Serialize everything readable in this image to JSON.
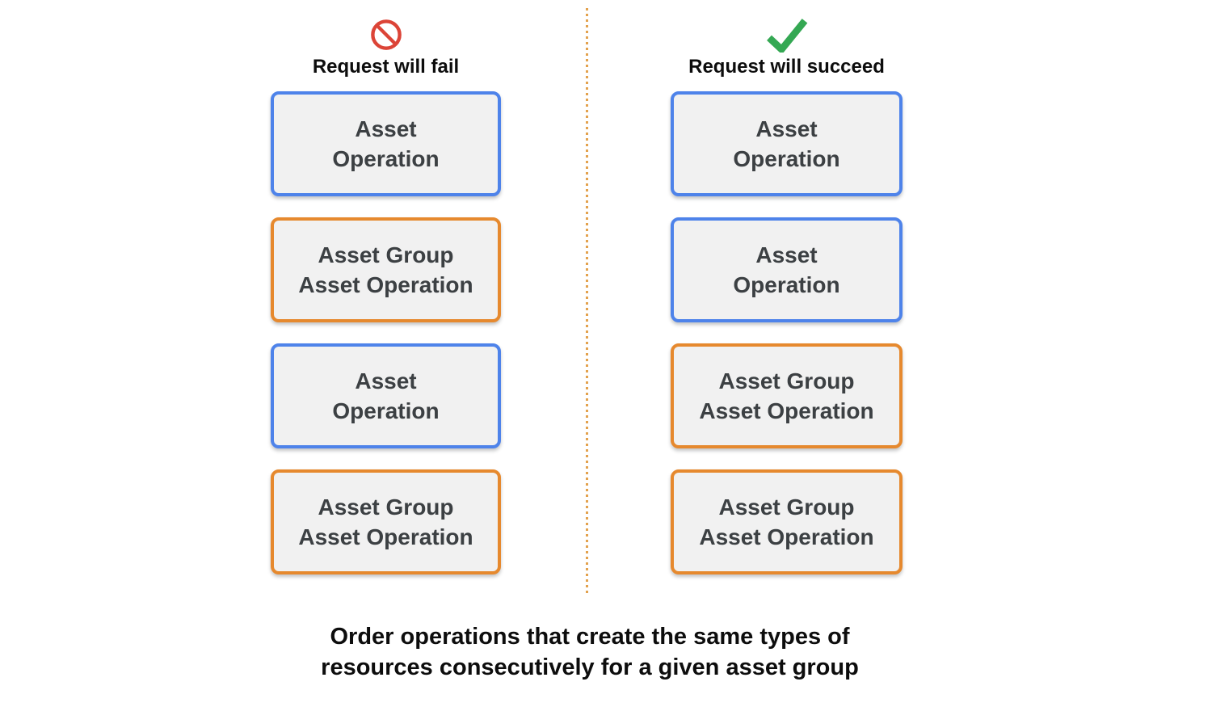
{
  "diagram": {
    "fail": {
      "header": "Request will fail",
      "icon": "prohibited",
      "boxes": [
        {
          "line1": "Asset",
          "line2": "Operation",
          "variant": "blue"
        },
        {
          "line1": "Asset Group",
          "line2": "Asset Operation",
          "variant": "orange"
        },
        {
          "line1": "Asset",
          "line2": "Operation",
          "variant": "blue"
        },
        {
          "line1": "Asset Group",
          "line2": "Asset Operation",
          "variant": "orange"
        }
      ]
    },
    "succeed": {
      "header": "Request will succeed",
      "icon": "check",
      "boxes": [
        {
          "line1": "Asset",
          "line2": "Operation",
          "variant": "blue"
        },
        {
          "line1": "Asset",
          "line2": "Operation",
          "variant": "blue"
        },
        {
          "line1": "Asset Group",
          "line2": "Asset Operation",
          "variant": "orange"
        },
        {
          "line1": "Asset Group",
          "line2": "Asset Operation",
          "variant": "orange"
        }
      ]
    },
    "caption_line1": "Order operations that create the same types of",
    "caption_line2": "resources consecutively for a given asset group"
  },
  "colors": {
    "blue_border": "#4e83ea",
    "orange_border": "#e6892e",
    "box_background": "#f1f1f1",
    "box_text": "#3c4043",
    "heading_text": "#0d0d0d",
    "fail_icon_red": "#dc4437",
    "success_icon_green": "#34a853",
    "divider_dot_orange": "#e3a24e",
    "page_background": "#ffffff"
  }
}
